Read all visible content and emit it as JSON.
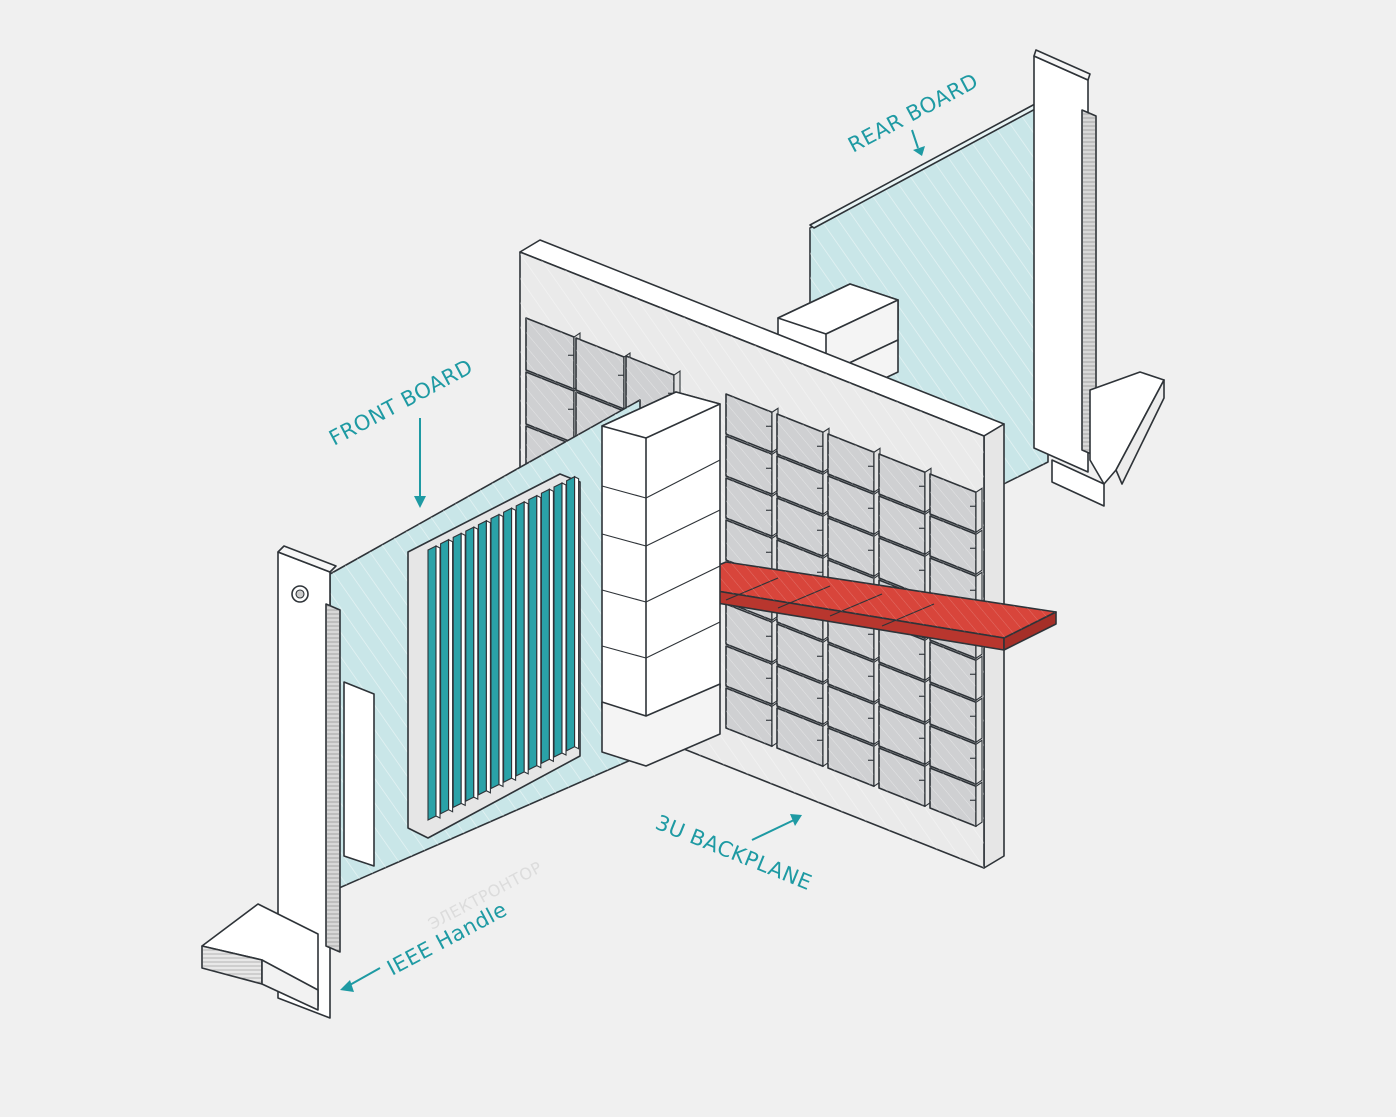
{
  "labels": {
    "rear_board": "REAR BOARD",
    "front_board": "FRONT BOARD",
    "backplane": "3U BACKPLANE",
    "handle": "IEEE Handle",
    "watermark": "ЭЛЕКТРОНТОР"
  },
  "colors": {
    "background": "#f0f0f0",
    "accent": "#1e9aa3",
    "board_glass": "#c9e6e8",
    "heatsink_fin": "#2aa2a8",
    "highlight_connector": "#d8453b",
    "connector_block": "#cfd0d2",
    "outline": "#2e3338"
  },
  "icons": [
    "arrow-down-icon",
    "arrow-up-right-icon",
    "arrow-down-left-icon",
    "screw-icon"
  ]
}
